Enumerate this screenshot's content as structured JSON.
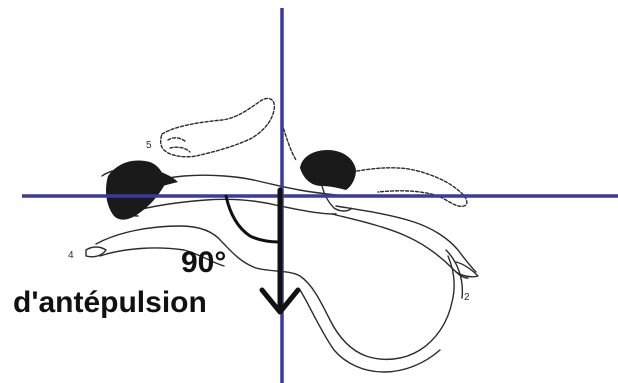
{
  "labels": {
    "angle_value": "90°",
    "angle_caption": "d'antépulsion",
    "marker_top": "5",
    "marker_left": "4",
    "marker_right": "2"
  },
  "colors": {
    "axis": "#3a3aa0",
    "sketch": "#2b2b2b",
    "hair": "#1a1a1a",
    "arrow": "#111111",
    "background": "#ffffff"
  },
  "icons": {
    "arrow": "arrow-down-icon",
    "figure": "swimmer-arm-movement-sketch"
  }
}
